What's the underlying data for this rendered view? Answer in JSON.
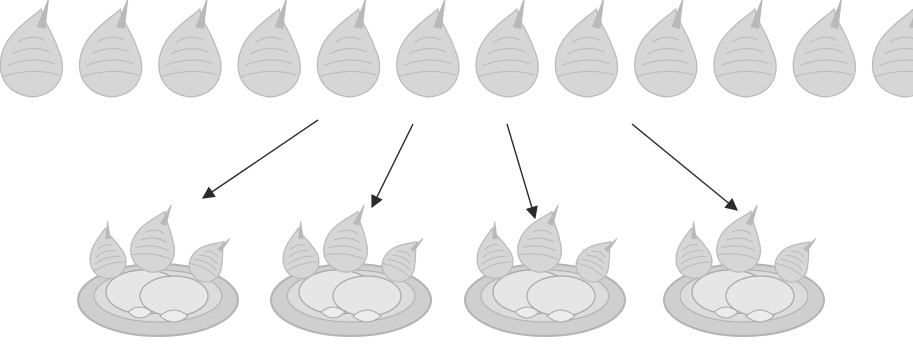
{
  "figure": {
    "background": "#ffffff",
    "shoot_color": "#d6d6d6",
    "shoot_stroke": "#b9b9b9",
    "arrow_color": "#2b2b2b",
    "plate_color": "#cfcfcf",
    "plate_rim_color": "#b3b3b3",
    "food_color": "#e6e6e6",
    "food_stroke": "#a7a7a7"
  },
  "top_row": {
    "item_icon": "bamboo-shoot-icon",
    "count": 12
  },
  "arrows": {
    "count": 4
  },
  "bottom_row": {
    "item_icon": "plate-of-bamboo-shoots-icon",
    "count": 4,
    "shoots_per_plate": 3
  }
}
